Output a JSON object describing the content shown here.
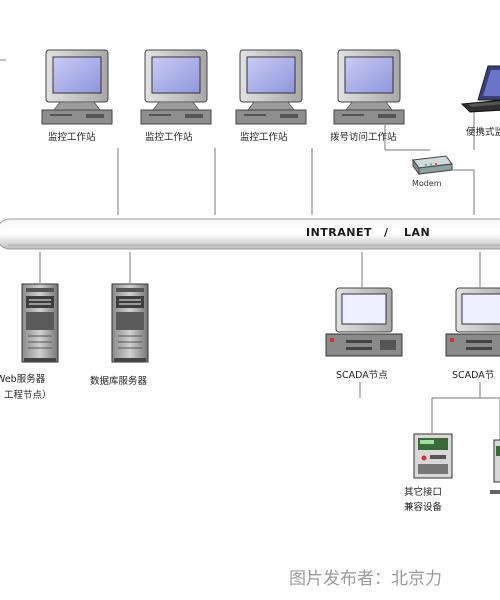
{
  "network": {
    "bus_label_left": "INTRANET",
    "bus_separator": "/",
    "bus_label_right": "LAN"
  },
  "nodes": {
    "workstation_1": "监控工作站",
    "workstation_2": "监控工作站",
    "workstation_3": "监控工作站",
    "dialup_workstation": "拨号访问工作站",
    "laptop": "便携式监控",
    "modem": "Modem",
    "web_server_line1": "Web服务器",
    "web_server_line2": "工程节点）",
    "db_server": "数据库服务器",
    "scada_node_1": "SCADA节点",
    "scada_node_2": "SCADA节",
    "other_device_line1": "其它接口",
    "other_device_line2": "兼容设备"
  },
  "watermark": "图片发布者：北京力"
}
